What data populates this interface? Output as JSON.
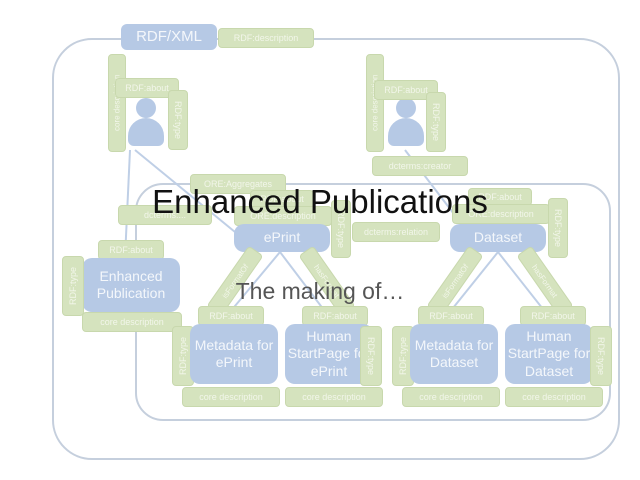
{
  "title": "Enhanced Publications",
  "subtitle": "The making of…",
  "colors": {
    "entity": "#b6c9e5",
    "property": "#d5e3be",
    "frame": "#c5cfdd"
  },
  "container": {
    "label": "RDF/XML",
    "description": "RDF:description"
  },
  "persons": [
    {
      "about": "RDF:about",
      "type": "RDF:type",
      "side": "core description",
      "relation": ""
    },
    {
      "about": "RDF:about",
      "type": "RDF:type",
      "side": "core description",
      "relation": "dcterms:creator"
    }
  ],
  "aggregates_label": "ORE:Aggregates",
  "enhanced_publication": {
    "label": "Enhanced Publication",
    "about": "RDF:about",
    "type": "RDF:type",
    "description": "core description",
    "relation": "dcterms:..."
  },
  "eprint": {
    "label": "ePrint",
    "about": "RDF:about",
    "description": "ORE:description",
    "type": "RDF:type"
  },
  "dataset": {
    "label": "Dataset",
    "about": "RDF:about",
    "description": "ORE:description",
    "type": "RDF:type"
  },
  "relation_label": "dcterms:relation",
  "link_labels": {
    "eprint_left": "isFormatOf",
    "eprint_right": "hasFormat",
    "dataset_left": "isFormatOf",
    "dataset_right": "hasFormat"
  },
  "resources": [
    {
      "label": "Metadata for ePrint",
      "about": "RDF:about",
      "type": "RDF:type",
      "description": "core description"
    },
    {
      "label": "Human StartPage for ePrint",
      "about": "RDF:about",
      "type": "RDF:type",
      "description": "core description"
    },
    {
      "label": "Metadata for Dataset",
      "about": "RDF:about",
      "type": "RDF:type",
      "description": "core description"
    },
    {
      "label": "Human StartPage for Dataset",
      "about": "RDF:about",
      "type": "RDF:type",
      "description": "core description"
    }
  ]
}
